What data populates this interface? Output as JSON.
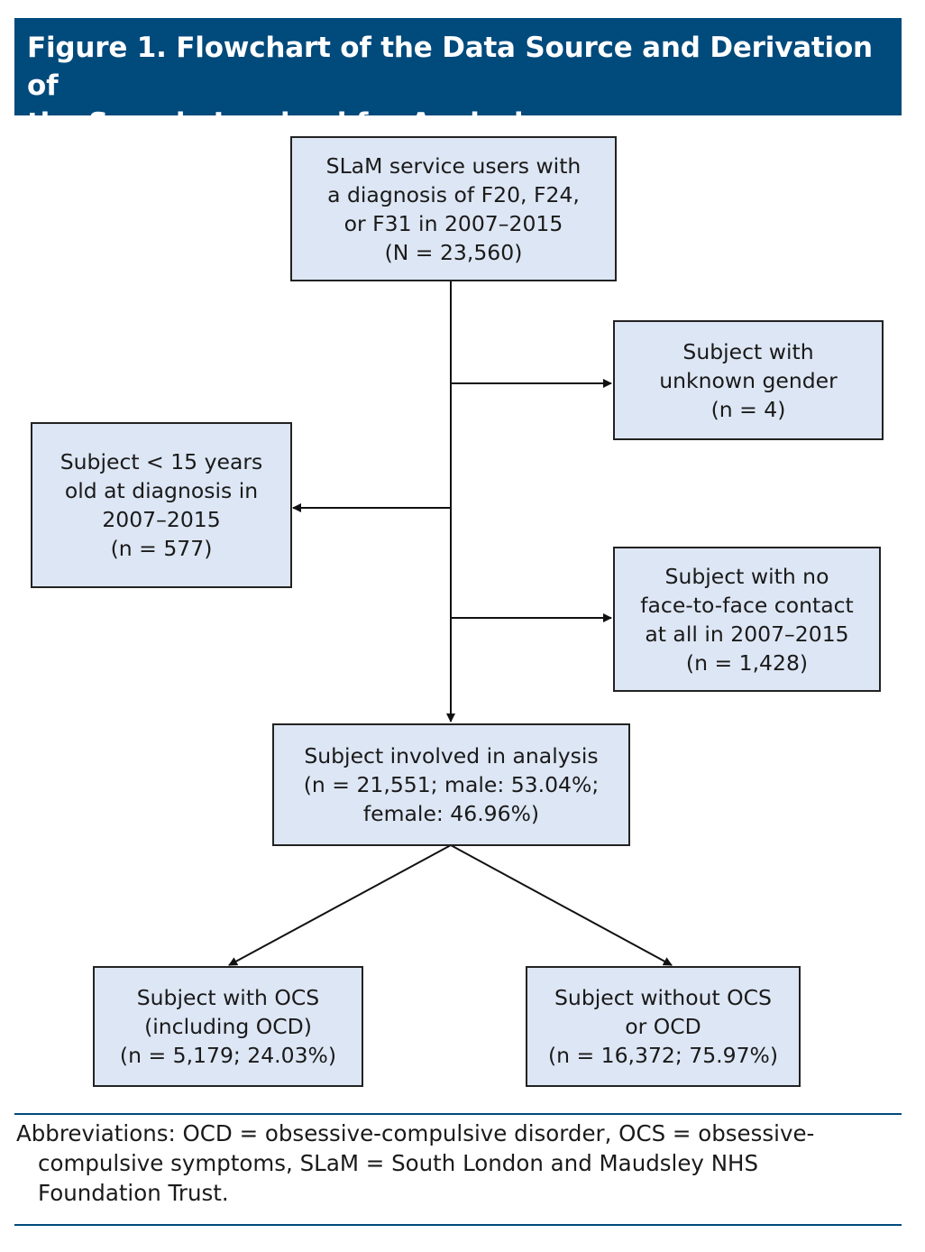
{
  "title": {
    "line1": "Figure 1. Flowchart of the Data Source and Derivation of",
    "line2": "the Sample Involved for Analysis"
  },
  "boxes": {
    "source": "SLaM service users with\na diagnosis of F20, F24,\nor F31 in 2007–2015\n(N = 23,560)",
    "unknown_gender": "Subject with\nunknown gender\n(n = 4)",
    "under_15": "Subject < 15 years\nold at diagnosis in\n2007–2015\n(n = 577)",
    "no_contact": "Subject with no\nface-to-face contact\nat all in 2007–2015\n(n = 1,428)",
    "analysis": "Subject involved in analysis\n(n = 21,551; male: 53.04%;\nfemale: 46.96%)",
    "with_ocs": "Subject with OCS\n(including OCD)\n(n = 5,179; 24.03%)",
    "without_ocs": "Subject without OCS\nor OCD\n(n = 16,372; 75.97%)"
  },
  "footnote": {
    "line1": "Abbreviations: OCD = obsessive-compulsive disorder, OCS = obsessive-",
    "line2": "compulsive symptoms, SLaM = South London and Maudsley NHS",
    "line3": "Foundation Trust."
  },
  "colors": {
    "title_bg": "#004a7c",
    "box_fill": "#dde6f4",
    "rule": "#004a7c"
  }
}
